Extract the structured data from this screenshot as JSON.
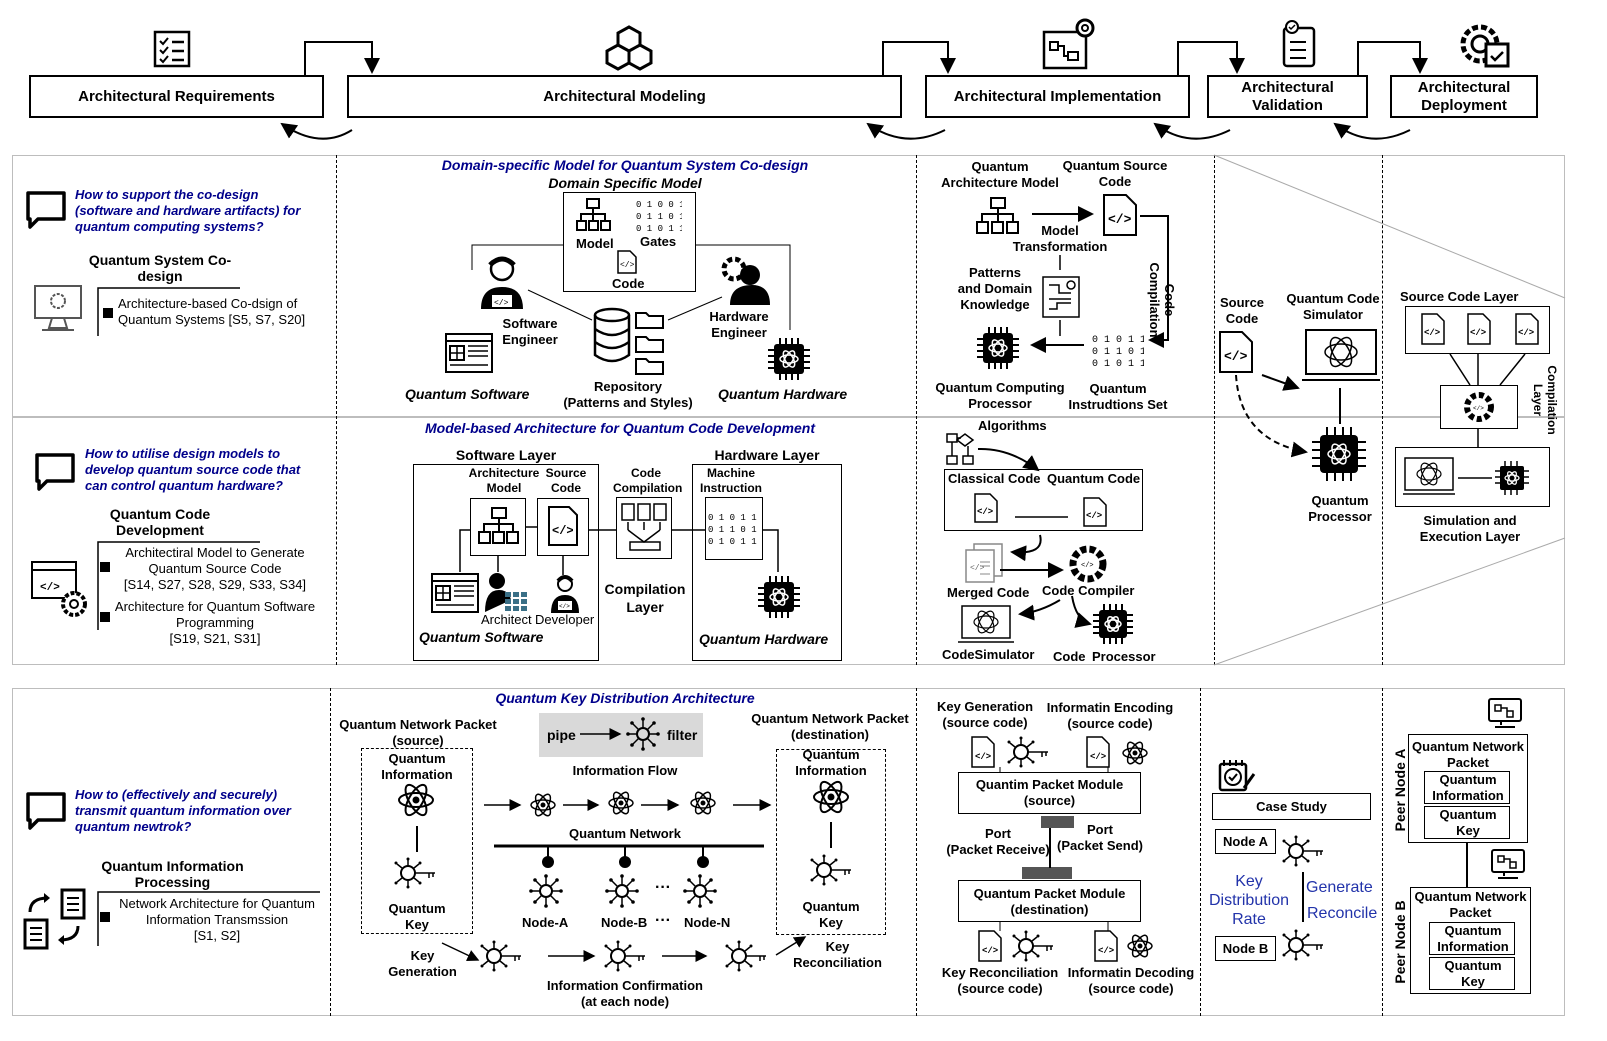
{
  "stages": [
    {
      "label": "Architectural Requirements"
    },
    {
      "label": "Architectural Modeling"
    },
    {
      "label": "Architectural Implementation"
    },
    {
      "label": "Architectural\nValidation"
    },
    {
      "label": "Architectural\nDeployment"
    }
  ],
  "row1": {
    "question": "How to support the co-design\n(software and hardware artifacts) for\nquantum computing systems?",
    "category": "Quantum System Co-\ndesign",
    "items": [
      "Architecture-based Co-dsign of\nQuantum Systems [S5, S7, S20]"
    ],
    "model_title": "Domain-specific Model for Quantum System Co-design",
    "model_subtitle": "Domain Specific Model",
    "labels": {
      "model": "Model",
      "gates": "Gates",
      "code": "Code",
      "software_engineer": "Software\nEngineer",
      "hardware_engineer": "Hardware\nEngineer",
      "repository": "Repository\n(Patterns and Styles)",
      "quantum_software": "Quantum Software",
      "quantum_hardware": "Quantum Hardware"
    },
    "impl": {
      "arch_model": "Quantum\nArchitecture Model",
      "source_code": "Quantum Source\nCode",
      "model_transformation": "Model\nTransformation",
      "patterns": "Patterns\nand Domain\nKnowledge",
      "code_compilation": "Code\nCompilation",
      "processor": "Quantum Computing\nProcessor",
      "instructions": "Quantum\nInstrudtions Set"
    }
  },
  "row2": {
    "question": "How to utilise design models to\ndevelop quantum source code that\ncan control quantum hardware?",
    "category": "Quantum Code\nDevelopment",
    "items": [
      "Architectiral Model to Generate\nQuantum Source Code\n[S14, S27, S28, S29, S33, S34]",
      "Architecture for Quantum Software\nProgramming\n[S19, S21, S31]"
    ],
    "model_title": "Model-based Architecture for Quantum Code Development",
    "labels": {
      "software_layer": "Software Layer",
      "hardware_layer": "Hardware Layer",
      "architecture_model": "Architecture\nModel",
      "source_code": "Source\nCode",
      "code_compilation": "Code\nCompilation",
      "machine_instruction": "Machine\nInstruction",
      "compilation_layer": "Compilation\nLayer",
      "architect": "Architect",
      "developer": "Developer",
      "quantum_software": "Quantum Software",
      "quantum_hardware": "Quantum Hardware"
    },
    "impl": {
      "algorithms": "Algorithms",
      "classical_code": "Classical Code",
      "quantum_code": "Quantum Code",
      "merged_code": "Merged Code",
      "code_compiler": "Code Compiler",
      "code_simulator": "CodeSimulator",
      "code": "Code",
      "processor": "Processor"
    }
  },
  "validation_top": {
    "source_code": "Source\nCode",
    "simulator": "Quantum Code\nSimulator",
    "processor": "Quantum\nProcessor"
  },
  "deployment_top": {
    "source_layer": "Source Code Layer",
    "compilation_layer": "Compilation\nLayer",
    "sim_layer": "Simulation and\nExecution Layer"
  },
  "row3": {
    "question": "How to (effectively and securely)\ntransmit quantum information over\nquantum newtrok?",
    "category": "Quantum Information\nProcessing",
    "items": [
      "Network Architecture for Quantum\nInformation Transmssion\n[S1, S2]"
    ],
    "model_title": "Quantum Key Distribution Architecture",
    "labels": {
      "packet_source": "Quantum Network Packet\n(source)",
      "packet_dest": "Quantum Network Packet\n(destination)",
      "pipe": "pipe",
      "filter": "filter",
      "info_flow": "Information Flow",
      "quantum_info": "Quantum\nInformation",
      "quantum_key": "Quantum\nKey",
      "quantum_network": "Quantum Network",
      "node_a": "Node-A",
      "node_b": "Node-B",
      "node_n": "Node-N",
      "ellipsis": "···",
      "key_generation": "Key\nGeneration",
      "info_confirmation": "Information Confirmation\n(at each node)",
      "key_reconciliation": "Key\nReconciliation"
    },
    "impl": {
      "key_gen": "Key Generation\n(source code)",
      "info_enc": "Informatin Encoding\n(source code)",
      "module_src": "Quantim Packet Module\n(source)",
      "port_recv": "Port\n(Packet Receive)",
      "port_send": "Port\n(Packet Send)",
      "module_dst": "Quantum Packet Module\n(destination)",
      "key_rec": "Key Reconciliation\n(source code)",
      "info_dec": "Informatin Decoding\n(source code)"
    },
    "validation": {
      "case_study": "Case Study",
      "node_a": "Node A",
      "node_b": "Node B",
      "rate": "Key\nDistribution\nRate",
      "generate": "Generate",
      "reconcile": "Reconcile"
    },
    "deployment": {
      "peer_a": "Peer Node A",
      "peer_b": "Peer Node B",
      "packet": "Quantum Network\nPacket",
      "info": "Quantum\nInformation",
      "key": "Quantum\nKey"
    }
  },
  "colors": {
    "question": "#00008b",
    "border": "#bdbdbd",
    "pipe_bg": "#d9d9d9",
    "port": "#555555",
    "blue_text": "#2233aa"
  }
}
